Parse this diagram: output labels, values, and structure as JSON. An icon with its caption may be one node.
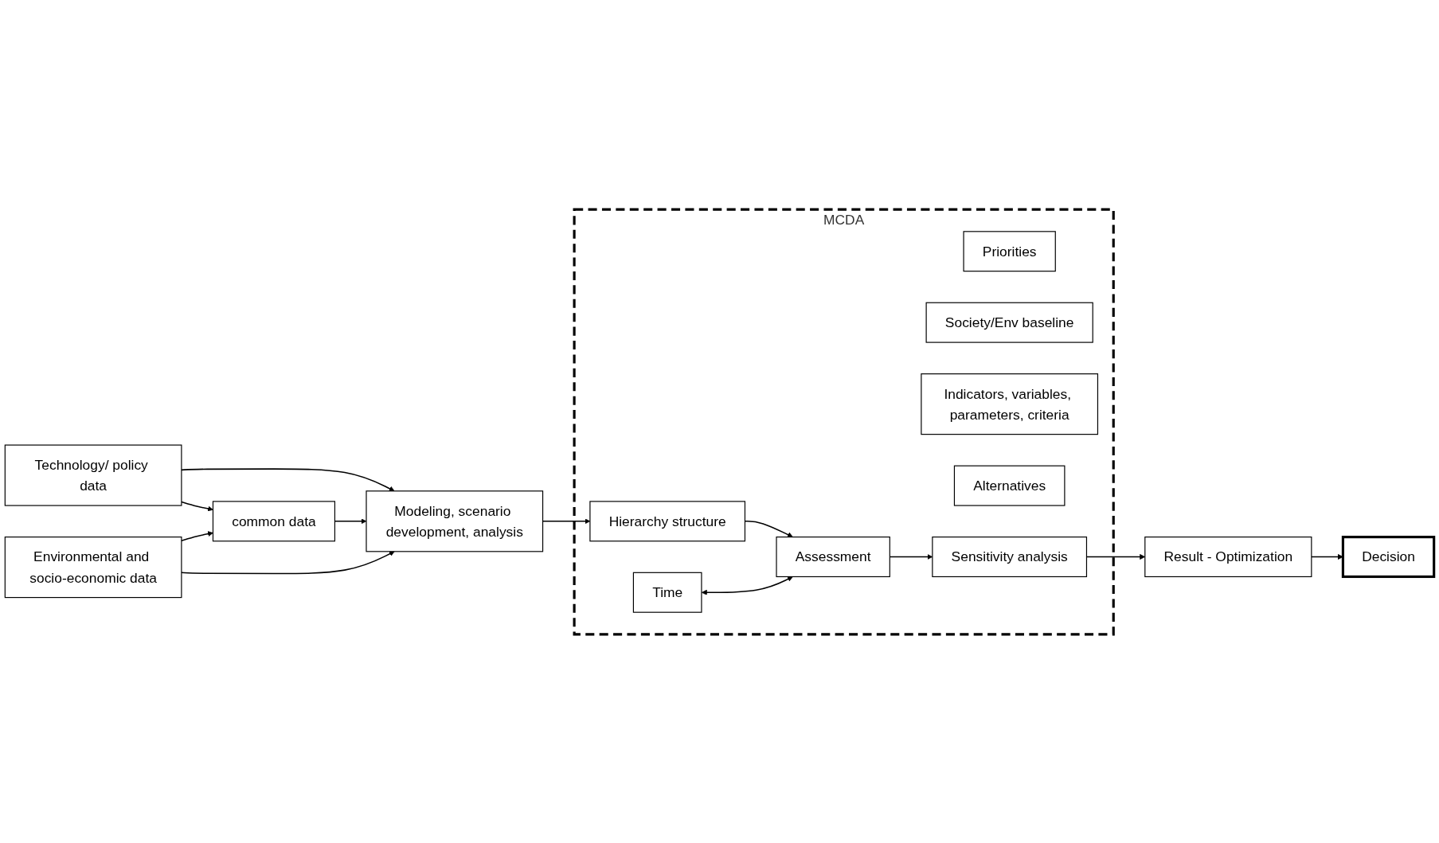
{
  "diagram": {
    "nodes": [
      {
        "text": [
          "Technology/ policy data"
        ]
      },
      {
        "text": [
          "common data"
        ]
      },
      {
        "text": [
          "Environmental and socio-economic data"
        ]
      },
      {
        "text": [
          "Modeling, scenario development, analysis"
        ]
      },
      {
        "text": [
          "MCDA"
        ]
      },
      {
        "text": [
          "Priorities"
        ],
        "in": 4
      },
      {
        "text": [
          "Society/Env baseline"
        ],
        "in": 4
      },
      {
        "text": [
          "Indicators, variables, parameters, criteria"
        ],
        "in": 4
      },
      {
        "text": [
          "Alternatives"
        ],
        "in": 4
      },
      {
        "text": [
          "Time"
        ],
        "in": 4
      },
      {
        "text": [
          "Hierarchy structure"
        ],
        "in": 4
      },
      {
        "text": [
          "Assessment"
        ],
        "in": 4
      },
      {
        "text": [
          "Sensitivity analysis"
        ],
        "in": 4
      },
      {
        "text": [
          "Result - Optimization"
        ]
      },
      {
        "text": [
          "Decision"
        ]
      }
    ],
    "edges": [
      {
        "from": 0,
        "to": 1,
        "arrow": "to"
      },
      {
        "from": 2,
        "to": 1,
        "arrow": "to"
      },
      {
        "from": 0,
        "to": 3,
        "arrow": "to"
      },
      {
        "from": 1,
        "to": 3,
        "arrow": "to"
      },
      {
        "from": 2,
        "to": 3,
        "arrow": "to"
      },
      {
        "from": 3,
        "to": 10,
        "arrow": "to"
      },
      {
        "from": 10,
        "to": 11,
        "arrow": "to"
      },
      {
        "from": 9,
        "to": 11,
        "arrow": "both"
      },
      {
        "from": 11,
        "to": 12,
        "arrow": "to"
      },
      {
        "from": 12,
        "to": 13,
        "arrow": "to"
      },
      {
        "from": 13,
        "to": 14,
        "arrow": "to"
      }
    ]
  }
}
